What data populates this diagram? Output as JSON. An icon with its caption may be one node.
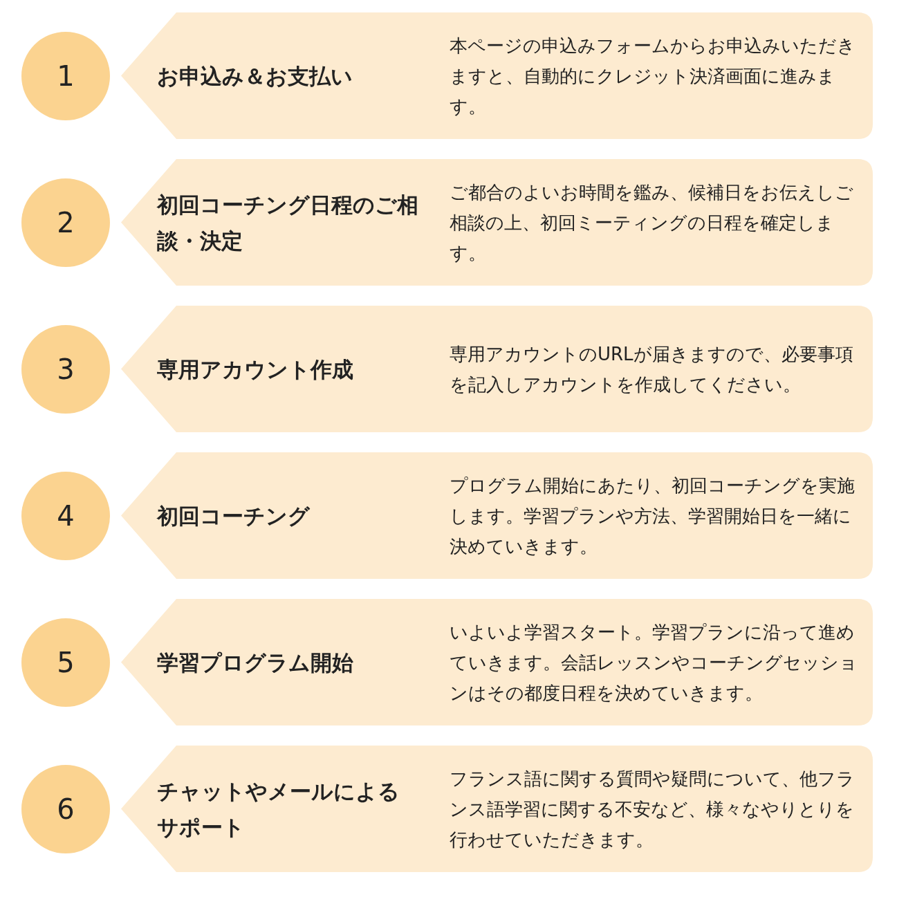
{
  "diagram": {
    "nodes": [
      {
        "text": [
          "1"
        ]
      },
      {
        "text": [
          "お申込み＆お支払い",
          "本ページの申込みフォームからお申込みいただきますと、自動的にクレジット決済画面に進みます。"
        ]
      },
      {
        "text": [
          "2"
        ]
      },
      {
        "text": [
          "初回コーチング日程のご相談・決定",
          "ご都合のよいお時間を鑑み、候補日をお伝えしご相談の上、初回ミーティングの日程を確定します。"
        ]
      },
      {
        "text": [
          "3"
        ]
      },
      {
        "text": [
          "専用アカウント作成",
          "専用アカウントのURLが届きますので、必要事項を記入しアカウントを作成してください。"
        ]
      },
      {
        "text": [
          "4"
        ]
      },
      {
        "text": [
          "初回コーチング",
          "プログラム開始にあたり、初回コーチングを実施します。学習プランや方法、学習開始日を一緒に決めていきます。"
        ]
      },
      {
        "text": [
          "5"
        ]
      },
      {
        "text": [
          "学習プログラム開始",
          "いよいよ学習スタート。学習プランに沿って進めていきます。会話レッスンやコーチングセッションはその都度日程を決めていきます。"
        ]
      },
      {
        "text": [
          "6"
        ]
      },
      {
        "text": [
          "チャットやメールによるサポート",
          "フランス語に関する質問や疑問について、他フランス語学習に関する不安など、様々なやりとりを行わせていただきます。"
        ]
      }
    ],
    "edges": []
  }
}
